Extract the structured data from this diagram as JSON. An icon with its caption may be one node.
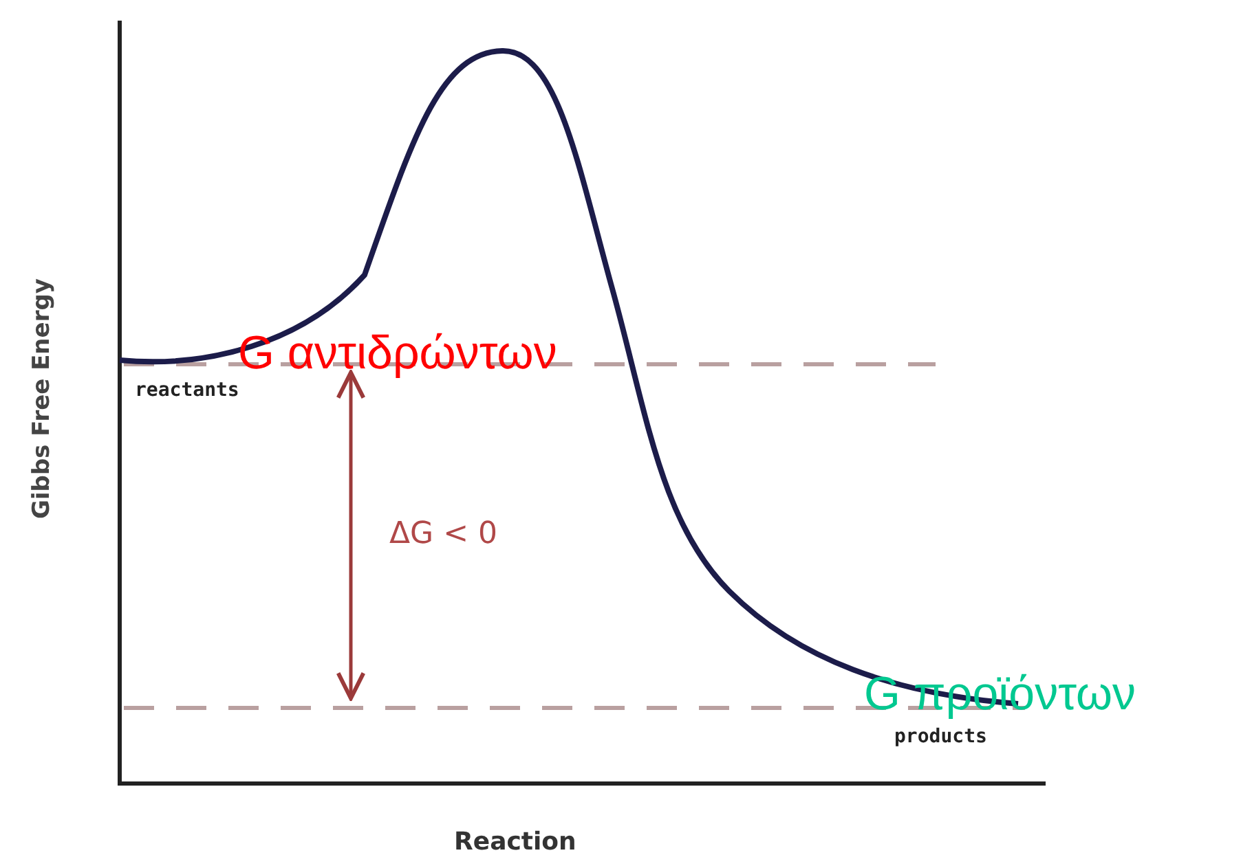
{
  "diagram": {
    "labels": [
      "Gibbs Free Energy",
      "G αντιδρώντων",
      "reactants",
      "ΔG < 0",
      "G προϊόντων",
      "products",
      "Reaction"
    ]
  }
}
